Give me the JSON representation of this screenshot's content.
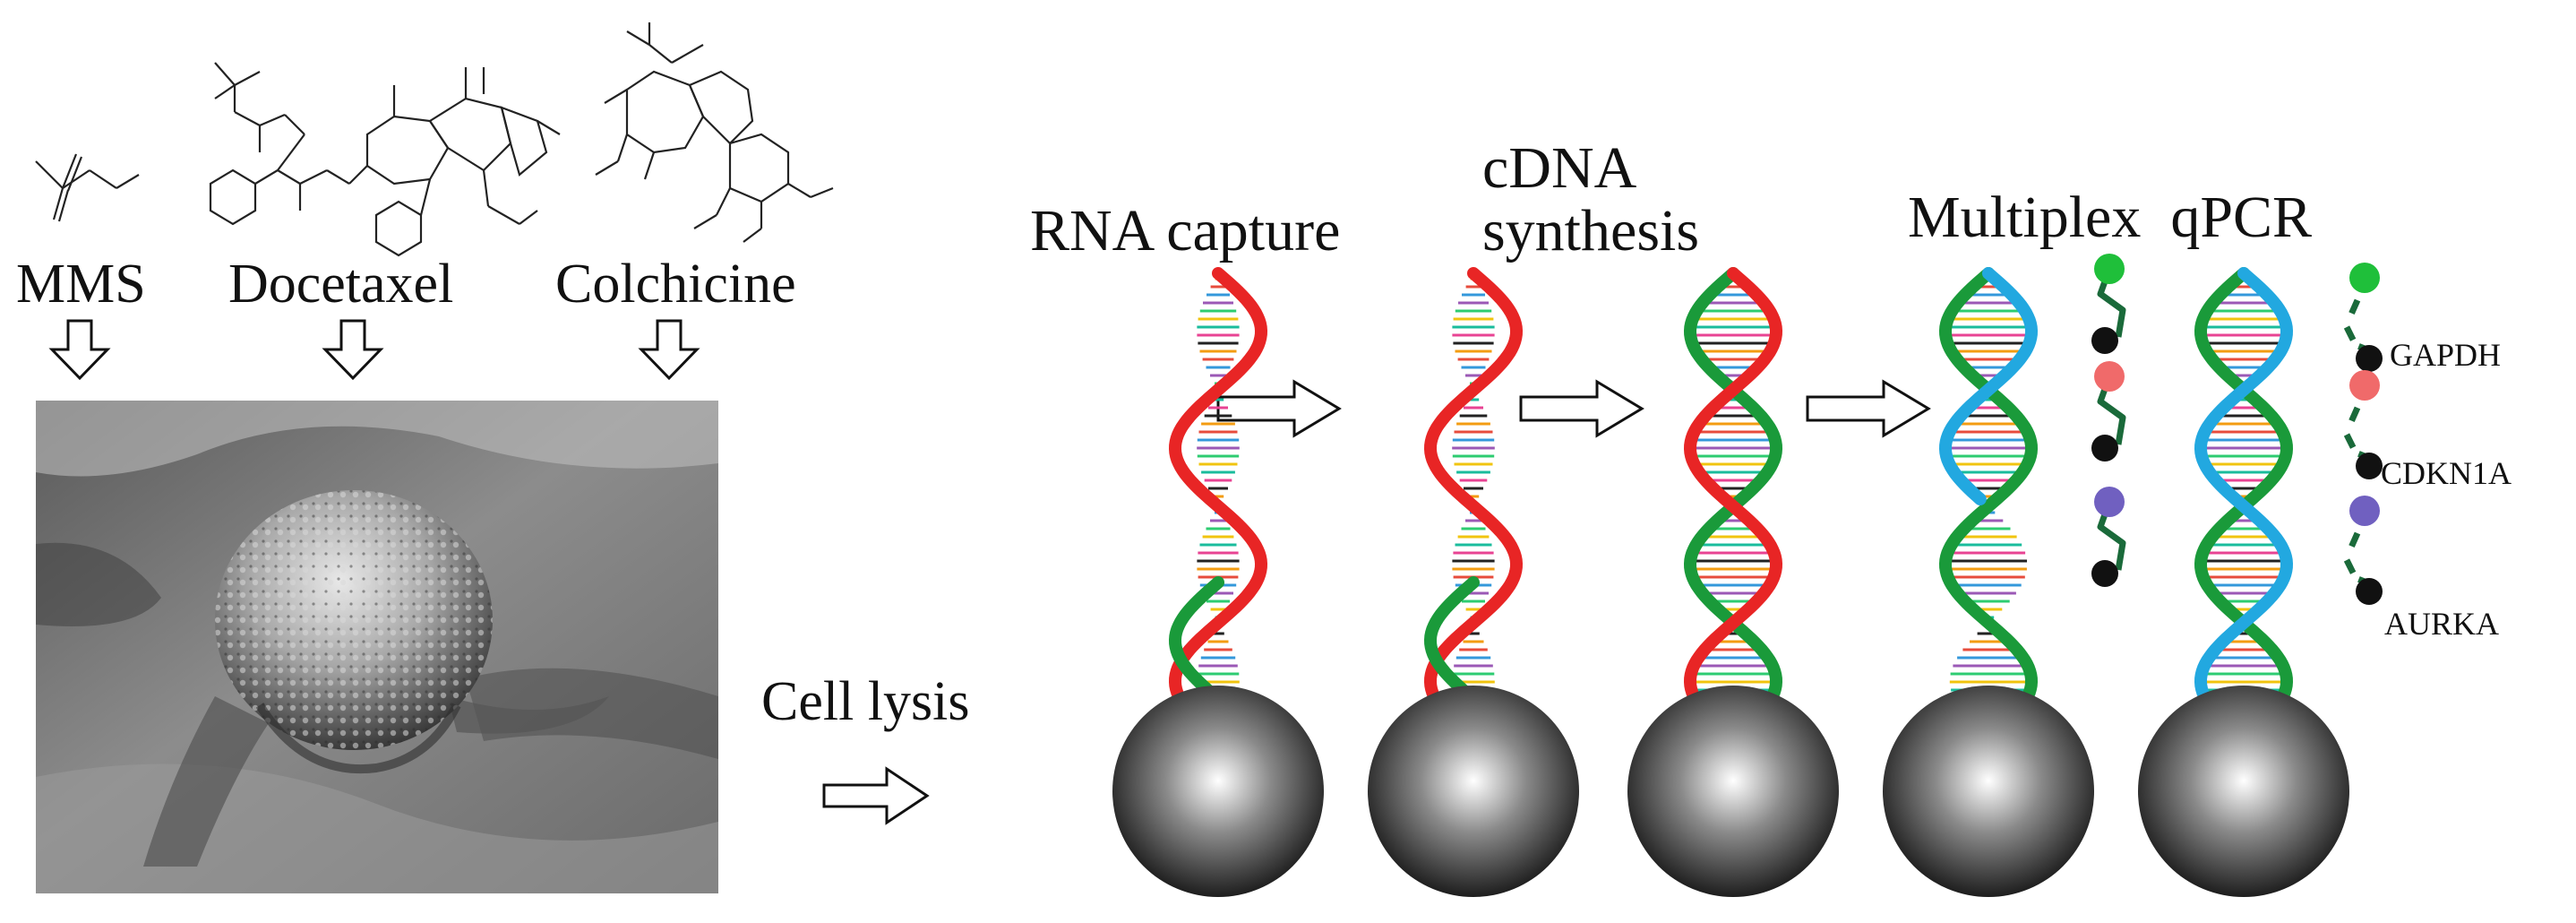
{
  "drugs": {
    "mms": "MMS",
    "docetaxel": "Docetaxel",
    "colchicine": "Colchicine"
  },
  "steps": {
    "cell_lysis": "Cell lysis",
    "rna_capture": "RNA capture",
    "cdna_line1": "cDNA",
    "cdna_line2": "synthesis",
    "qpcr": "Multiplex  qPCR"
  },
  "genes": {
    "gapdh": "GAPDH",
    "cdkn1a": "CDKN1A",
    "aurka": "AURKA"
  },
  "colors": {
    "rna_strand": "#e82525",
    "cdna_strand": "#1a9a3a",
    "probe_strand": "#22a8e0",
    "probe_gapdh": "#1fbf3a",
    "probe_cdkn1a": "#f06a6a",
    "probe_aurka": "#7060c0",
    "quencher": "#111111",
    "linker": "#1a6a3a"
  }
}
